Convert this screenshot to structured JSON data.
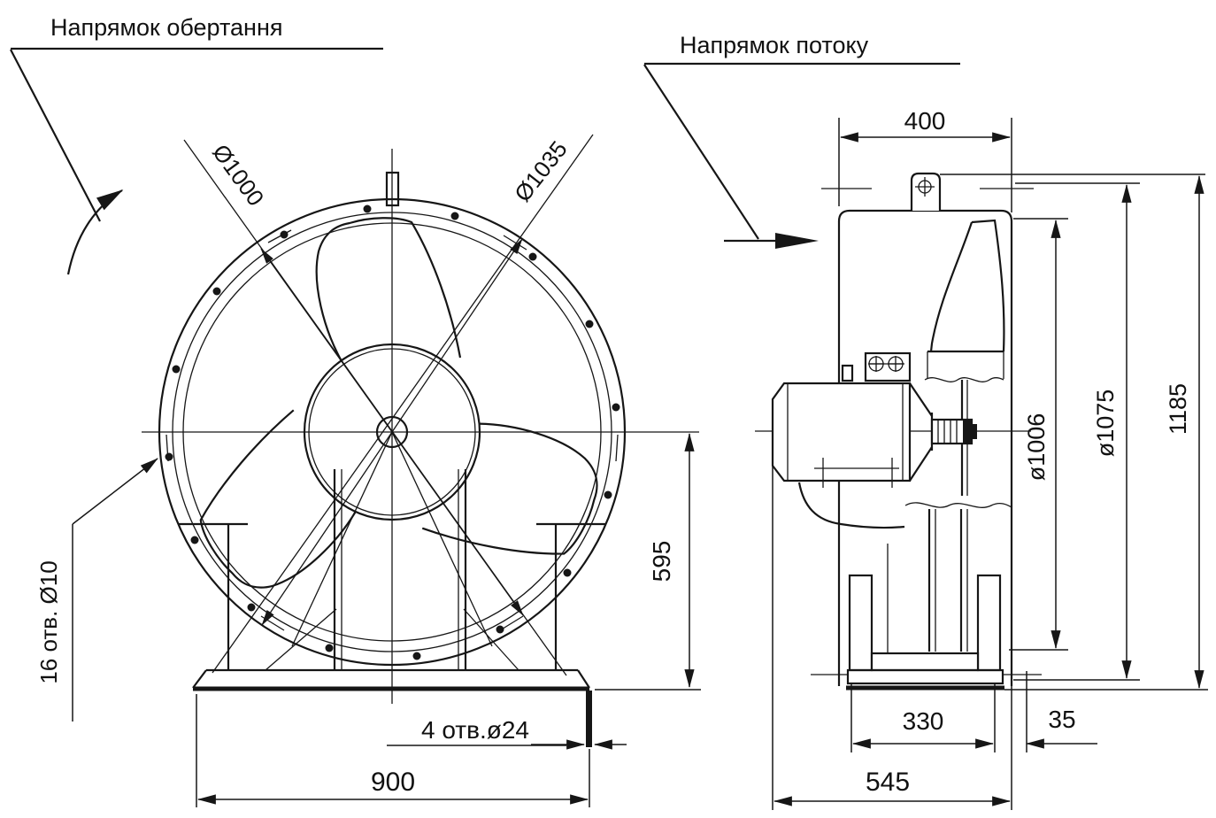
{
  "drawing": {
    "type": "axial fan engineering drawing, two views",
    "colors": {
      "line": "#161616",
      "background": "#ffffff"
    },
    "labels": {
      "rotation_direction": "Напрямок обертання",
      "flow_direction": "Напрямок потоку"
    },
    "front_view": {
      "dim_bolt_circle": "Ø1000",
      "dim_flange_od": "Ø1035",
      "note_flange_holes": "16 отв. Ø10",
      "note_base_holes": "4 отв.ø24",
      "dim_base_width": "900",
      "dim_axis_height": "595"
    },
    "side_view": {
      "dim_casing_length": "400",
      "dim_impeller_diameter": "ø1006",
      "dim_casing_od": "ø1075",
      "dim_overall_height": "1185",
      "dim_feet_span": "330",
      "dim_edge_offset": "35",
      "dim_overall_depth": "545"
    }
  }
}
